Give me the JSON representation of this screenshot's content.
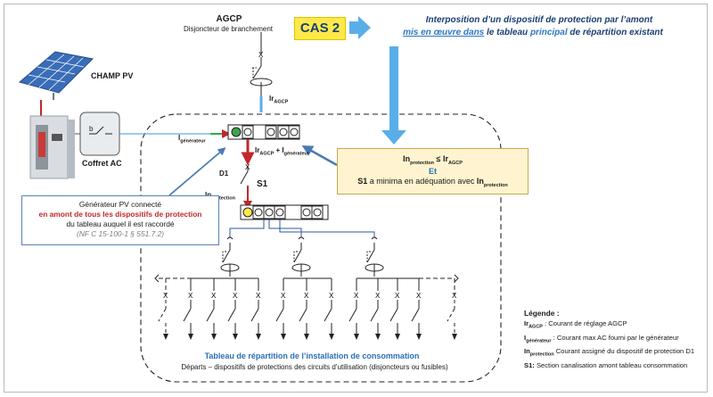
{
  "agcp": {
    "title": "AGCP",
    "subtitle": "Disjoncteur de branchement"
  },
  "cas": {
    "badge": "CAS 2",
    "title_line1": "Interposition d’un dispositif de protection par l’amont",
    "title_line2_part1": "mis en œuvre dans",
    "title_line2_part2": " le tableau ",
    "title_line2_part3": "principal",
    "title_line2_part4": " de répartition existant"
  },
  "labels": {
    "champ_pv": "CHAMP PV",
    "coffret_ac": "Coffret AC",
    "i_gen_main": "I",
    "i_gen_sub": "générateur",
    "ir_main": "Ir",
    "ir_sub": "AGCP",
    "sum_ir_main": "Ir",
    "sum_ir_sub": "AGCP",
    "sum_plus": " + I",
    "sum_i_sub": "générateur",
    "d1": "D1",
    "s1": "S1",
    "inprot_main": "In",
    "inprot_sub": "protection",
    "x_mark": "X"
  },
  "condition": {
    "line1_main": "In",
    "line1_sub": "protection",
    "line1_rest": " ≤ Ir",
    "line1_sub2": "AGCP",
    "et": "Et",
    "line3_a": "S1",
    "line3_b": " a minima en adéquation avec ",
    "line3_c": "In",
    "line3_sub": "protection"
  },
  "generator_box": {
    "line1": "Générateur PV connecté",
    "line2": "en amont de tous les dispositifs de protection",
    "line3": "du tableau auquel il est raccordé",
    "line4": "(NF C 15-100-1 § 551.7.2)"
  },
  "tableau": {
    "title": "Tableau de répartition de l’installation de consommation",
    "subtitle": "Départs – dispositifs de protections des circuits d’utilisation (disjoncteurs ou fusibles)"
  },
  "legend": {
    "heading": "Légende :",
    "r1_main": "Ir",
    "r1_sub": "AGCP",
    "r1_text": " : Courant de réglage AGCP",
    "r2_main": "I",
    "r2_sub": "générateur",
    "r2_text": " : Courant max AC fourni par le générateur",
    "r3_main": "In",
    "r3_sub": "protection",
    "r3_text": " Courant assigné du dispositif de protection D1",
    "r4_main": "S1:",
    "r4_text": " Section canalisation amont tableau consommation"
  },
  "colors": {
    "navy": "#1b3f73",
    "blue": "#2e78c2",
    "red": "#c1272d",
    "yellow": "#ffe94a",
    "green": "#3aa54a",
    "arrow_blue": "#5aaee8"
  }
}
